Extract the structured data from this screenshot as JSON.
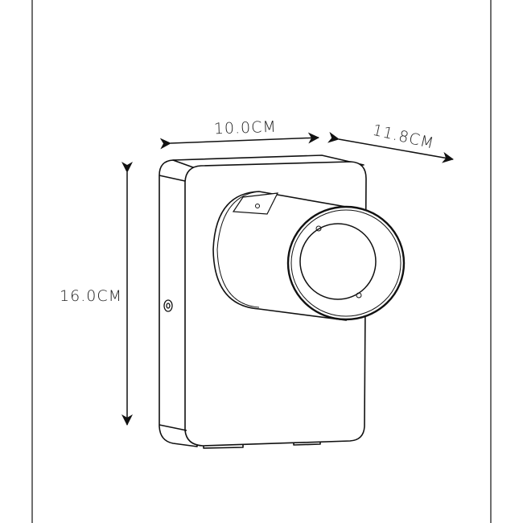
{
  "dimensions": {
    "width_label": "10.0CM",
    "depth_label": "11.8CM",
    "height_label": "16.0CM"
  },
  "colors": {
    "line": "#111111",
    "background": "#ffffff"
  }
}
